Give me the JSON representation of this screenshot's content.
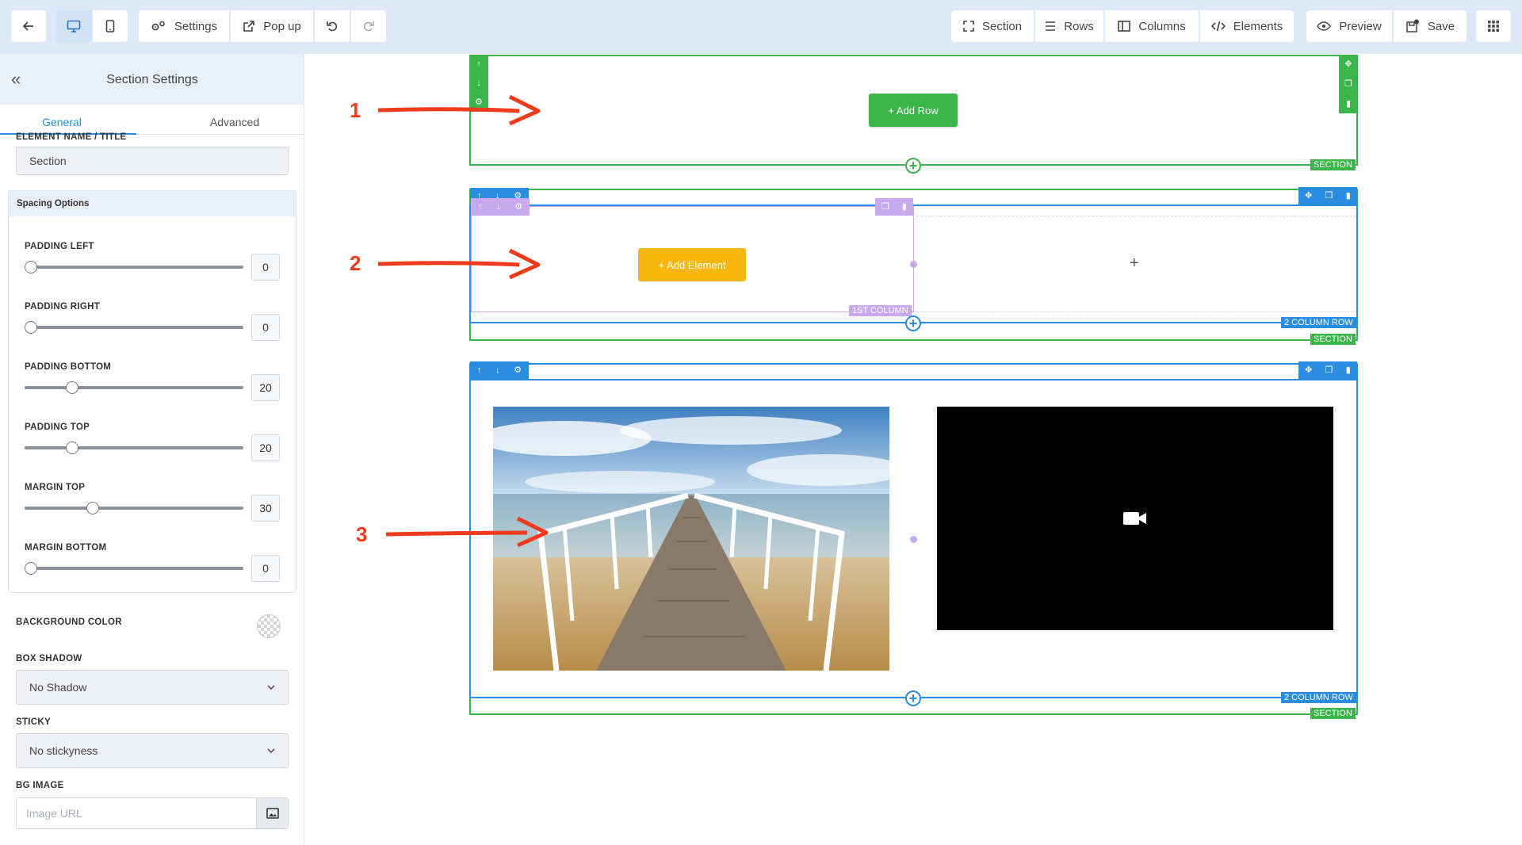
{
  "toolbar": {
    "settings_label": "Settings",
    "popup_label": "Pop up",
    "section_label": "Section",
    "rows_label": "Rows",
    "columns_label": "Columns",
    "elements_label": "Elements",
    "preview_label": "Preview",
    "save_label": "Save"
  },
  "sidebar": {
    "title": "Section Settings",
    "tabs": [
      {
        "label": "General",
        "active": true
      },
      {
        "label": "Advanced",
        "active": false
      }
    ],
    "element_name_label": "ELEMENT NAME / TITLE",
    "element_name_value": "Section",
    "spacing_title": "Spacing Options",
    "spacing": [
      {
        "label": "PADDING LEFT",
        "value": "0",
        "fraction": 0.0
      },
      {
        "label": "PADDING RIGHT",
        "value": "0",
        "fraction": 0.0
      },
      {
        "label": "PADDING BOTTOM",
        "value": "20",
        "fraction": 0.2
      },
      {
        "label": "PADDING TOP",
        "value": "20",
        "fraction": 0.2
      },
      {
        "label": "MARGIN TOP",
        "value": "30",
        "fraction": 0.3
      },
      {
        "label": "MARGIN BOTTOM",
        "value": "0",
        "fraction": 0.0
      }
    ],
    "background_color_label": "BACKGROUND COLOR",
    "box_shadow_label": "BOX SHADOW",
    "box_shadow_value": "No Shadow",
    "sticky_label": "STICKY",
    "sticky_value": "No stickyness",
    "bg_image_label": "BG IMAGE",
    "bg_image_placeholder": "Image URL"
  },
  "canvas": {
    "annotations": [
      "1",
      "2",
      "3"
    ],
    "add_row_label": "+ Add Row",
    "add_element_label": "+ Add Element",
    "section_tag": "SECTION",
    "row_tag": "2 COLUMN ROW",
    "column_tag": "1ST COLUMN",
    "empty_column_plus": "+"
  },
  "colors": {
    "section": "#3ab54a",
    "row": "#2a8de0",
    "column": "#c8a9ee",
    "add_element": "#f8b70f",
    "annotation": "#f03a1e"
  }
}
